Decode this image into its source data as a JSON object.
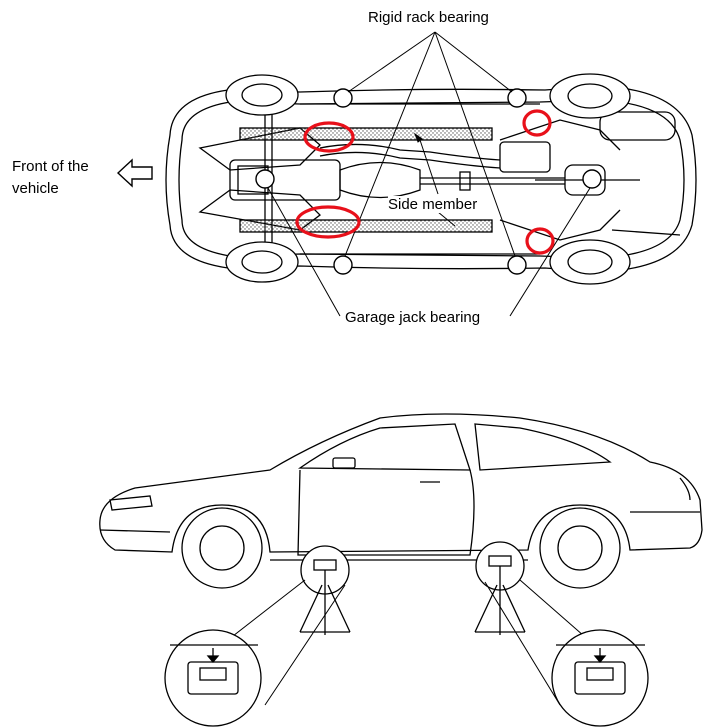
{
  "labels": {
    "rigid_rack": "Rigid rack bearing",
    "front_line1": "Front of the",
    "front_line2": "vehicle",
    "side_member": "Side member",
    "garage_jack": "Garage jack bearing"
  },
  "colors": {
    "ink": "#000000",
    "highlight": "#e8101a",
    "stipple": "#bdbdbd"
  }
}
